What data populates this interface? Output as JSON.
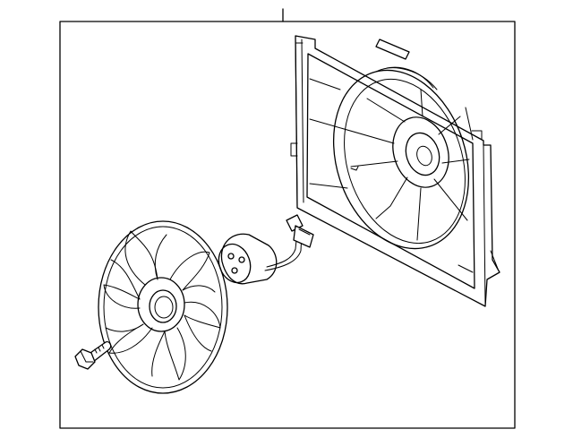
{
  "diagram": {
    "callouts": [
      {
        "id": "assembly",
        "label": ""
      }
    ],
    "parts": [
      {
        "name": "fan-shroud"
      },
      {
        "name": "fan-blade"
      },
      {
        "name": "fan-motor"
      },
      {
        "name": "motor-wire-connector"
      },
      {
        "name": "mounting-bolt"
      },
      {
        "name": "label-plate"
      }
    ],
    "colors": {
      "line": "#000000",
      "background": "#ffffff"
    }
  }
}
